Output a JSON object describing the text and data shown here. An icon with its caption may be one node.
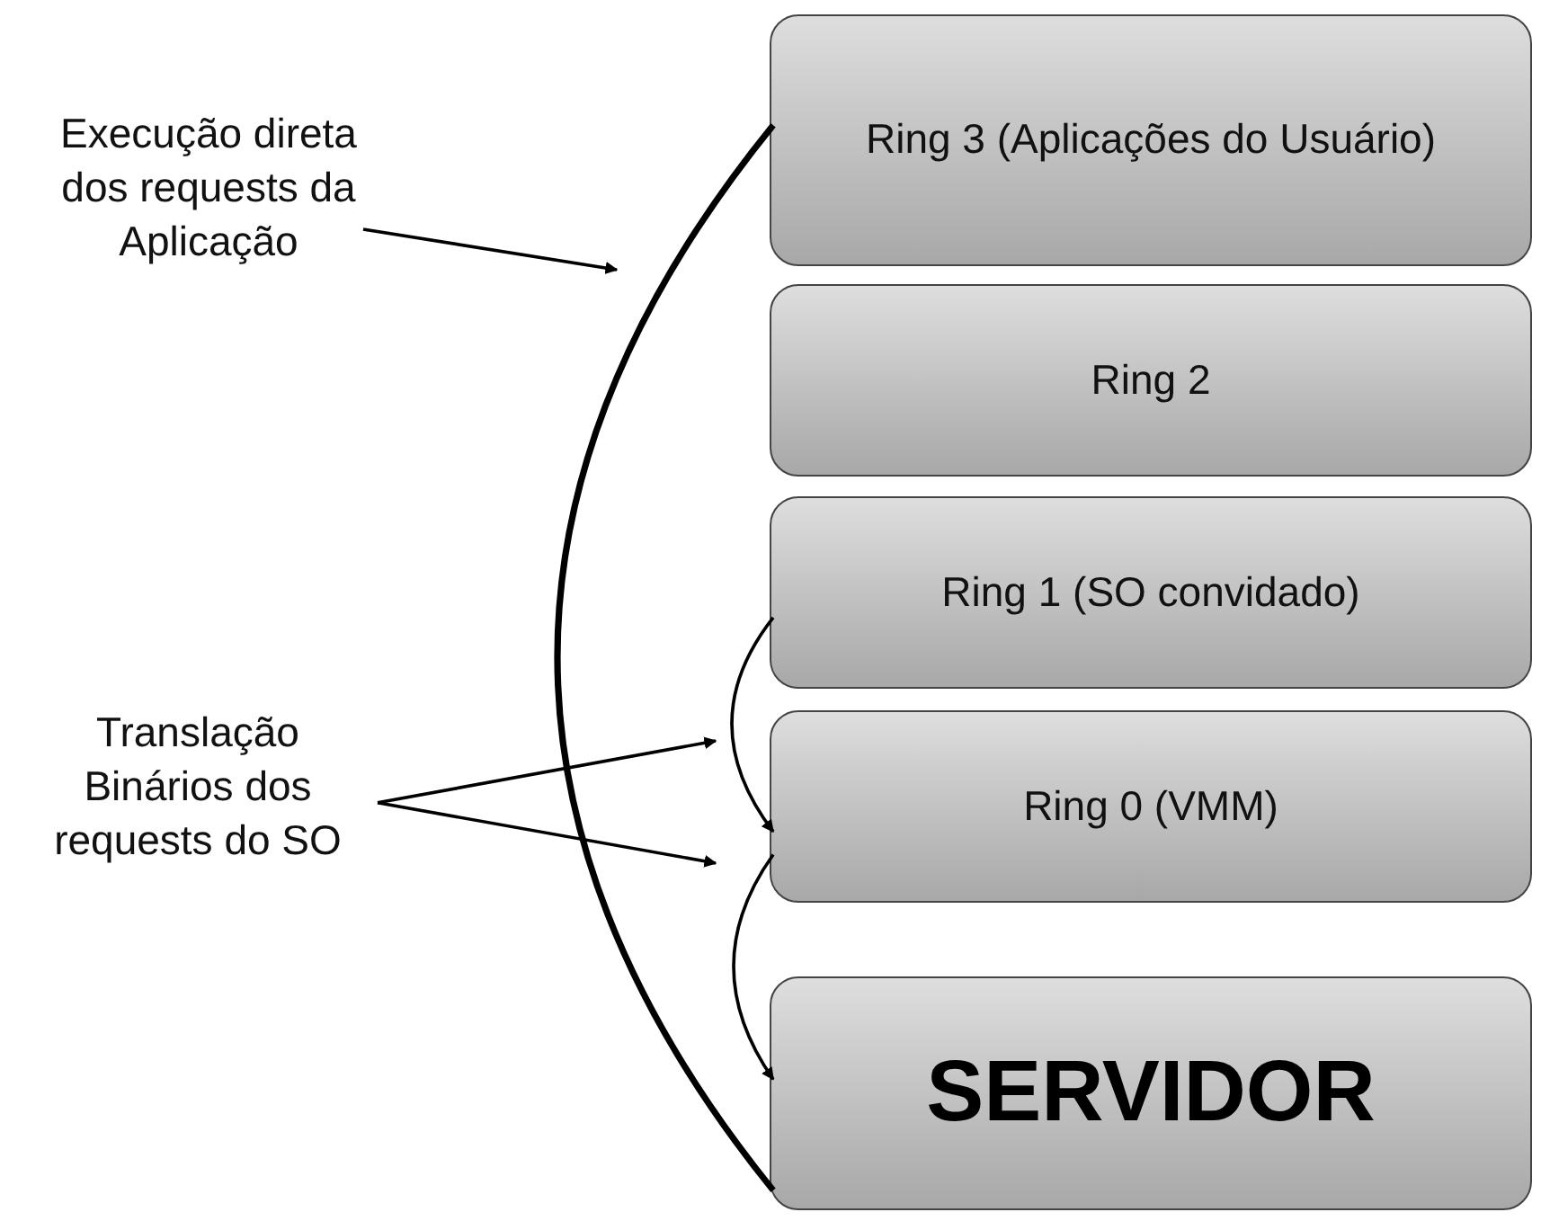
{
  "diagram": {
    "nodes": [
      {
        "text": [
          "Ring 3 (Aplicações do Usuário)"
        ]
      },
      {
        "text": [
          "Ring 2"
        ]
      },
      {
        "text": [
          "Ring 1 (SO convidado)"
        ]
      },
      {
        "text": [
          "Ring 0 (VMM)"
        ]
      },
      {
        "text": [
          "SERVIDOR"
        ]
      },
      {
        "text": [
          "Execução direta dos requests da Aplicação"
        ]
      },
      {
        "text": [
          "Translação Binários dos requests do SO"
        ]
      }
    ],
    "edges": [
      {
        "from": 0,
        "to": 4,
        "arrow": "none",
        "style": "thick"
      },
      {
        "from": 2,
        "to": 3,
        "arrow": "to"
      },
      {
        "from": 3,
        "to": 4,
        "arrow": "to"
      },
      {
        "from": 5,
        "to": null,
        "arrow": "to"
      },
      {
        "from": 6,
        "to": null,
        "arrow": "to"
      },
      {
        "from": 6,
        "to": null,
        "arrow": "to"
      }
    ]
  }
}
